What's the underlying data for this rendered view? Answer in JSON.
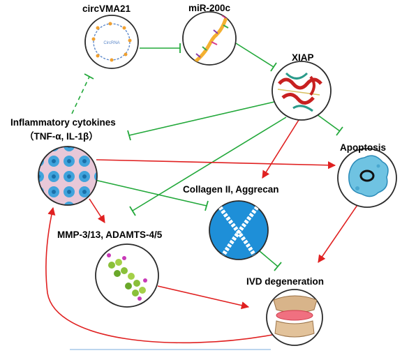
{
  "nodes": {
    "circ": {
      "label": "circVMA21",
      "inner_text": "CircRNA"
    },
    "mir": {
      "label": "miR-200c"
    },
    "xiap": {
      "label": "XIAP"
    },
    "cyto": {
      "label_line1": "Inflammatory cytokines",
      "label_line2": "（TNF-α, IL-1β）"
    },
    "apop": {
      "label": "Apoptosis"
    },
    "coll": {
      "label": "Collagen II,  Aggrecan"
    },
    "mmp": {
      "label": "MMP-3/13, ADAMTS-4/5"
    },
    "ivd": {
      "label": "IVD degeneration"
    }
  },
  "edges": [
    {
      "from": "circ",
      "to": "mir",
      "type": "inhibit",
      "style": "solid",
      "color": "green"
    },
    {
      "from": "mir",
      "to": "xiap",
      "type": "inhibit",
      "style": "solid",
      "color": "green"
    },
    {
      "from": "cyto",
      "to": "circ",
      "type": "inhibit",
      "style": "dashed",
      "color": "green"
    },
    {
      "from": "xiap",
      "to": "cyto",
      "type": "inhibit",
      "style": "solid",
      "color": "green"
    },
    {
      "from": "xiap",
      "to": "apop",
      "type": "inhibit",
      "style": "solid",
      "color": "green"
    },
    {
      "from": "xiap",
      "to": "coll",
      "type": "activate",
      "style": "solid",
      "color": "red"
    },
    {
      "from": "xiap",
      "to": "mmp",
      "type": "inhibit",
      "style": "solid",
      "color": "green"
    },
    {
      "from": "cyto",
      "to": "apop",
      "type": "activate",
      "style": "solid",
      "color": "red"
    },
    {
      "from": "cyto",
      "to": "coll",
      "type": "inhibit",
      "style": "solid",
      "color": "green"
    },
    {
      "from": "cyto",
      "to": "mmp",
      "type": "activate",
      "style": "solid",
      "color": "red"
    },
    {
      "from": "coll",
      "to": "ivd",
      "type": "inhibit",
      "style": "solid",
      "color": "green"
    },
    {
      "from": "apop",
      "to": "ivd",
      "type": "activate",
      "style": "solid",
      "color": "red"
    },
    {
      "from": "mmp",
      "to": "ivd",
      "type": "activate",
      "style": "solid",
      "color": "red"
    },
    {
      "from": "ivd",
      "to": "cyto",
      "type": "activate",
      "style": "solid",
      "color": "red"
    }
  ],
  "colors": {
    "green": "#22a83a",
    "red": "#e02020",
    "node_border": "#2a2a2a",
    "bottom_rule": "#bcd6ee"
  }
}
